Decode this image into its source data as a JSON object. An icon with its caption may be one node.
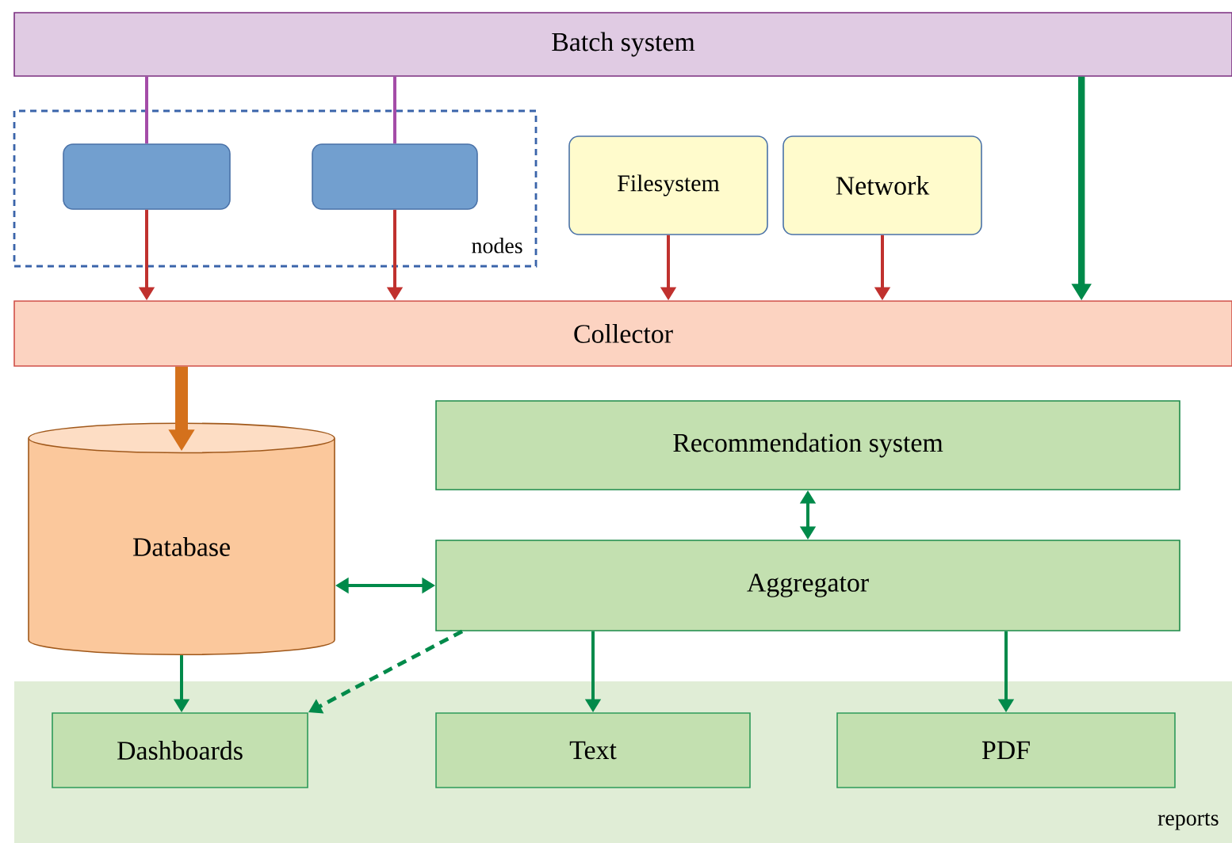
{
  "diagram": {
    "nodes": [
      {
        "text": [
          "Batch system"
        ]
      },
      {
        "text": [
          "nodes"
        ]
      },
      {
        "text": [],
        "shape": "box",
        "in": 1
      },
      {
        "text": [],
        "shape": "box",
        "in": 1
      },
      {
        "text": [
          "Filesystem"
        ]
      },
      {
        "text": [
          "Network"
        ]
      },
      {
        "text": [
          "Collector"
        ]
      },
      {
        "text": [
          "Database"
        ]
      },
      {
        "text": [
          "Recommendation system"
        ]
      },
      {
        "text": [
          "Aggregator"
        ]
      },
      {
        "text": [
          "reports"
        ]
      },
      {
        "text": [
          "Dashboards"
        ],
        "in": 10
      },
      {
        "text": [
          "Text"
        ],
        "in": 10
      },
      {
        "text": [
          "PDF"
        ],
        "in": 10
      }
    ],
    "edges": [
      {
        "from": 0,
        "to": 2,
        "arrow": "none",
        "color": "#a44ca8"
      },
      {
        "from": 0,
        "to": 3,
        "arrow": "none",
        "color": "#a44ca8"
      },
      {
        "from": 2,
        "to": 6,
        "arrow": "to",
        "color": "#c0312e"
      },
      {
        "from": 3,
        "to": 6,
        "arrow": "to",
        "color": "#c0312e"
      },
      {
        "from": 4,
        "to": 6,
        "arrow": "to",
        "color": "#c0312e"
      },
      {
        "from": 5,
        "to": 6,
        "arrow": "to",
        "color": "#c0312e"
      },
      {
        "from": 0,
        "to": 6,
        "arrow": "to",
        "style": "thick"
      },
      {
        "from": 6,
        "to": 7,
        "arrow": "to",
        "style": "thick",
        "color": "#d4711c"
      },
      {
        "from": 8,
        "to": 9,
        "arrow": "both"
      },
      {
        "from": 7,
        "to": 9,
        "arrow": "both"
      },
      {
        "from": 7,
        "to": 11,
        "arrow": "to"
      },
      {
        "from": 9,
        "to": 11,
        "arrow": "to",
        "style": "dashed"
      },
      {
        "from": 9,
        "to": 12,
        "arrow": "to"
      },
      {
        "from": 9,
        "to": 13,
        "arrow": "to"
      }
    ]
  }
}
